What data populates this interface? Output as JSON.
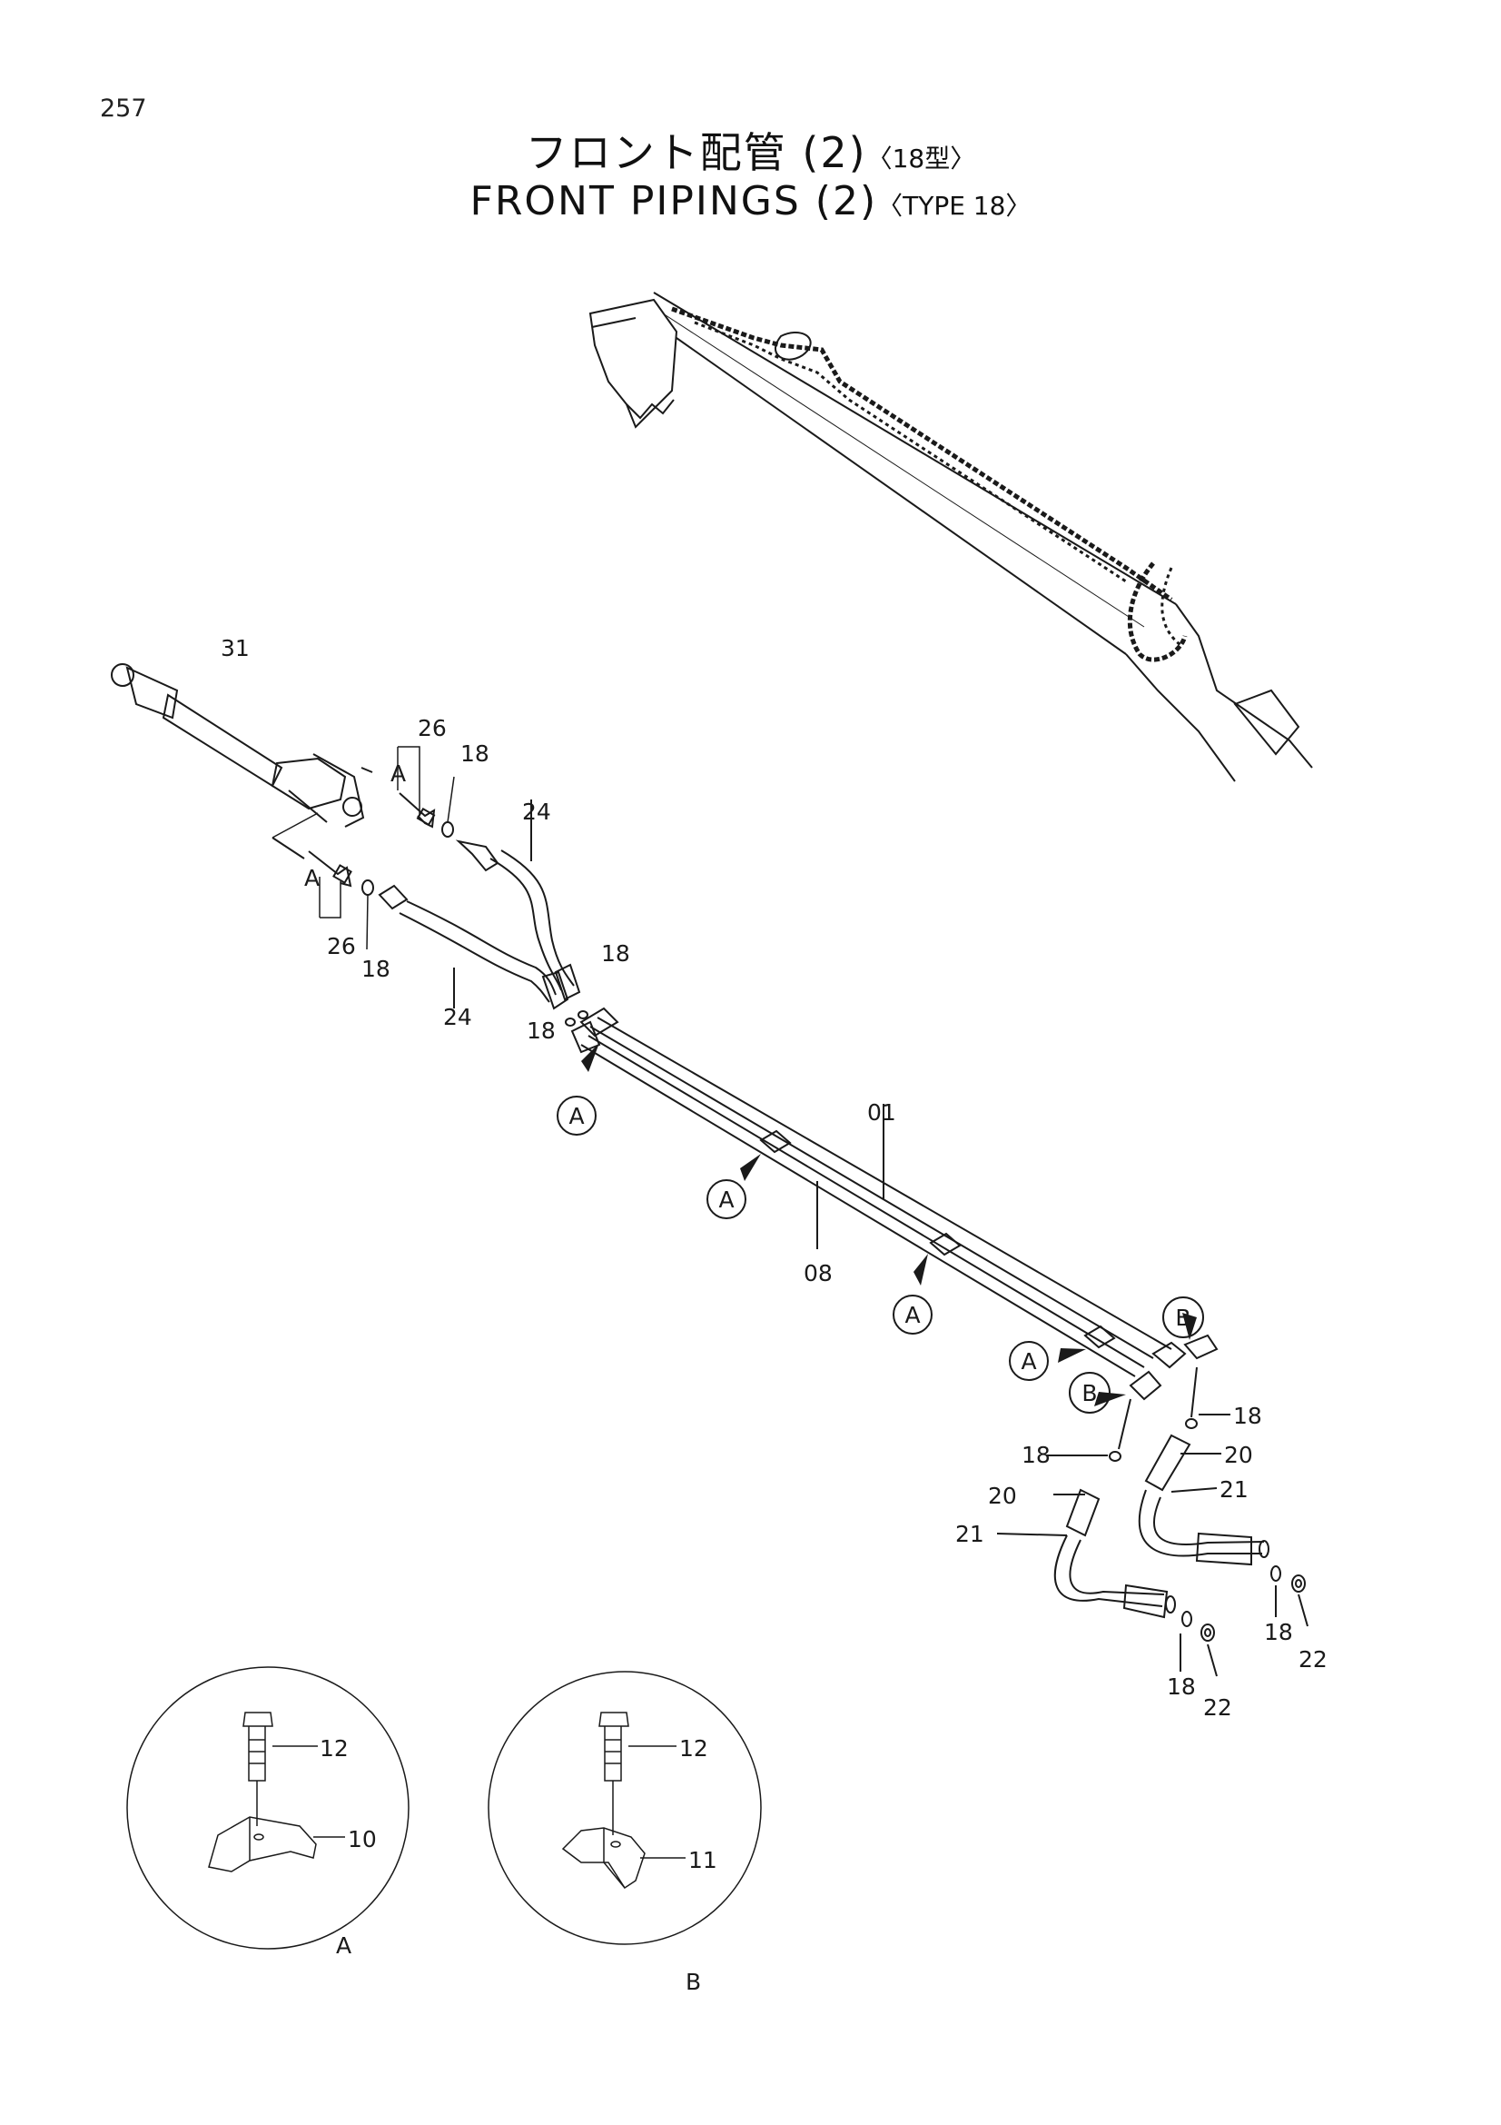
{
  "page_number": "257",
  "title": {
    "japanese": "フロント配管 (2)",
    "japanese_suffix": "〈18型〉",
    "english": "FRONT  PIPINGS  (2)",
    "english_suffix": "〈TYPE 18〉"
  },
  "part_numbers": {
    "p01": "01",
    "p08": "08",
    "p10": "10",
    "p11": "11",
    "p12": "12",
    "p18": "18",
    "p20": "20",
    "p21": "21",
    "p22": "22",
    "p24": "24",
    "p26": "26",
    "p31": "31"
  },
  "clamp_markers": {
    "a": "A",
    "b": "B"
  },
  "detail_views": {
    "a_label": "A",
    "b_label": "B"
  }
}
